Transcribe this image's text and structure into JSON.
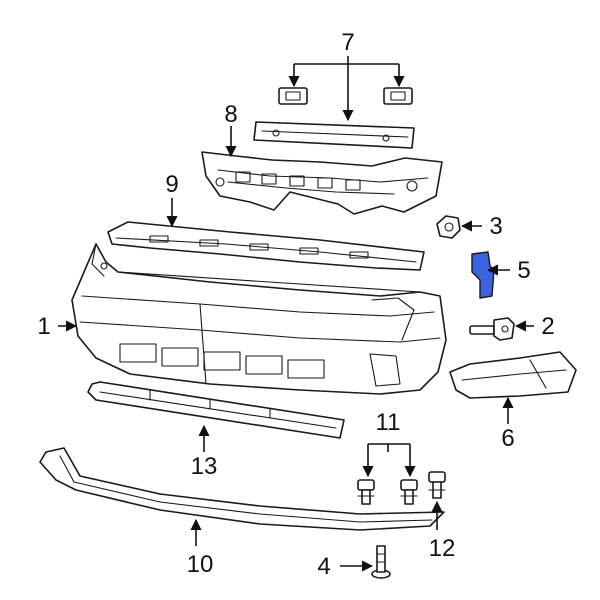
{
  "callouts": {
    "c1": "1",
    "c2": "2",
    "c3": "3",
    "c4": "4",
    "c5": "5",
    "c6": "6",
    "c7": "7",
    "c8": "8",
    "c9": "9",
    "c10": "10",
    "c11": "11",
    "c12": "12",
    "c13": "13"
  },
  "colors": {
    "highlight_part": "#3b63e0",
    "line": "#1a1a1a"
  },
  "highlighted_part": "5"
}
